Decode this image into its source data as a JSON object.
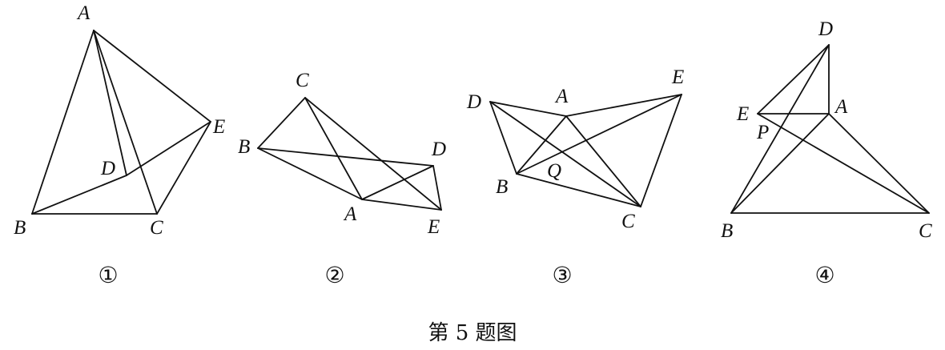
{
  "figures": [
    {
      "number": "①",
      "labels": [
        "A",
        "B",
        "C",
        "D",
        "E"
      ]
    },
    {
      "number": "②",
      "labels": [
        "A",
        "B",
        "C",
        "D",
        "E"
      ]
    },
    {
      "number": "③",
      "labels": [
        "A",
        "B",
        "C",
        "D",
        "E",
        "Q"
      ]
    },
    {
      "number": "④",
      "labels": [
        "A",
        "B",
        "C",
        "D",
        "E",
        "P"
      ]
    }
  ],
  "caption": "第 5 题图"
}
